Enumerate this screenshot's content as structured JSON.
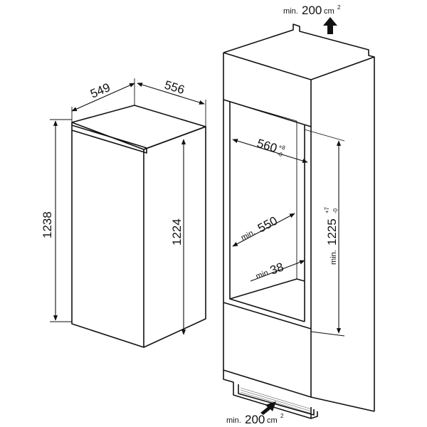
{
  "appliance": {
    "width_dim": "549",
    "depth_dim": "556",
    "height_total": "1238",
    "height_body": "1224"
  },
  "niche": {
    "width_label": "560",
    "width_tol_plus": "+8",
    "width_tol_minus": "-0",
    "depth_prefix": "min.",
    "depth_value": "550",
    "gap_prefix": "min.",
    "gap_value": "38",
    "height_prefix": "min.",
    "height_value": "1225",
    "height_tol_plus": "+7",
    "height_tol_minus": "-0"
  },
  "ventilation": {
    "top_prefix": "min.",
    "top_value": "200",
    "top_unit": "cm",
    "top_unit_sup": "2",
    "bottom_prefix": "min.",
    "bottom_value": "200",
    "bottom_unit": "cm",
    "bottom_unit_sup": "2"
  },
  "colors": {
    "line": "#111111",
    "background": "#ffffff"
  }
}
